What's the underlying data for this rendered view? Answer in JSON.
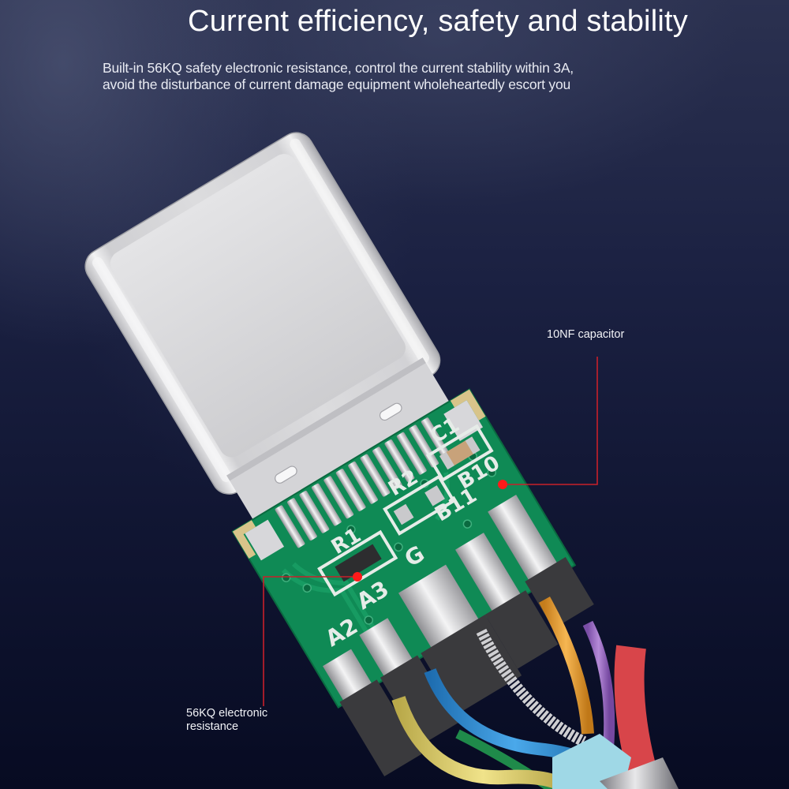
{
  "header": {
    "title": "Current efficiency, safety and stability",
    "subtitle_lines": [
      "Built-in 56KQ safety electronic resistance, control the current stability within 3A,",
      "avoid the disturbance of current damage equipment wholeheartedly escort you"
    ]
  },
  "callouts": {
    "capacitor": {
      "label": "10NF capacitor"
    },
    "resistance": {
      "label_lines": [
        "56KQ electronic",
        "resistance"
      ]
    }
  },
  "pcb": {
    "silkscreen_labels": [
      "R1",
      "R2",
      "C1",
      "A2",
      "A3",
      "G",
      "B11",
      "B10"
    ]
  },
  "colors": {
    "background_top": "#2b3150",
    "background_bottom": "#070b22",
    "pcb_green": "#0f8a55",
    "silkscreen": "#e6ece8",
    "callout_red": "#c8202a",
    "callout_dot": "#ff1a1a",
    "connector_metal": "#d9d9db",
    "wire_yellow": "#e6d56a",
    "wire_blue": "#2f8fd6",
    "wire_orange": "#e8a030",
    "wire_purple": "#9b6cc4",
    "wire_red": "#d8454a",
    "wire_green": "#1f8a4a",
    "shield_lightblue": "#9fd8e6"
  }
}
